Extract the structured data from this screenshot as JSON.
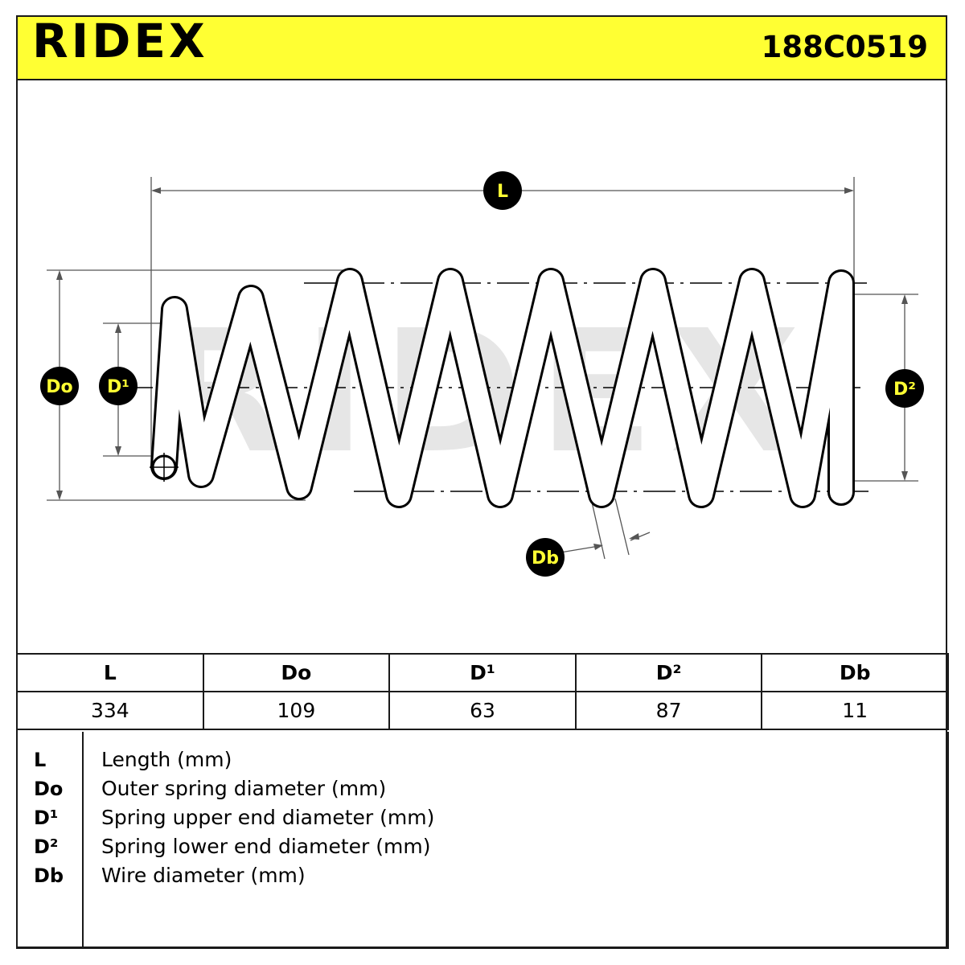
{
  "header": {
    "brand": "RIDEX",
    "part_number": "188C0519"
  },
  "colors": {
    "accent": "#ffff33",
    "ink": "#000000"
  },
  "diagram": {
    "labels": {
      "L": "L",
      "Do": "Do",
      "D1": "D¹",
      "D2": "D²",
      "Db": "Db"
    },
    "watermark": "RIDEX"
  },
  "table": {
    "headers": [
      "L",
      "Do",
      "D¹",
      "D²",
      "Db"
    ],
    "values": [
      "334",
      "109",
      "63",
      "87",
      "11"
    ]
  },
  "legend": [
    {
      "symbol": "L",
      "description": "Length (mm)"
    },
    {
      "symbol": "Do",
      "description": "Outer spring diameter (mm)"
    },
    {
      "symbol": "D¹",
      "description": "Spring upper end diameter (mm)"
    },
    {
      "symbol": "D²",
      "description": "Spring lower end diameter (mm)"
    },
    {
      "symbol": "Db",
      "description": "Wire diameter (mm)"
    }
  ]
}
